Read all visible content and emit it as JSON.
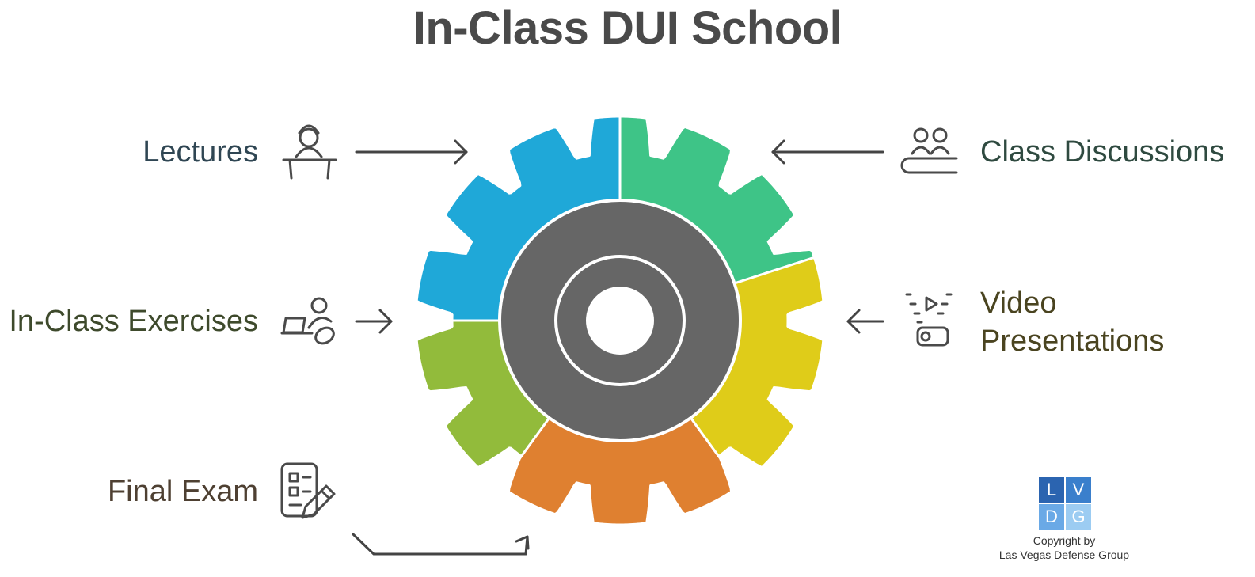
{
  "title": "In-Class DUI School",
  "items": [
    {
      "label": "Lectures",
      "icon": "lecturer-icon",
      "color": "#1fa8d8"
    },
    {
      "label": "Class Discussions",
      "icon": "discussion-group-icon",
      "color": "#3ec487"
    },
    {
      "label": "In-Class Exercises",
      "icon": "exercise-laptop-icon",
      "color": "#92bb3b"
    },
    {
      "label": "Video Presentations",
      "line1": "Video",
      "line2": "Presentations",
      "icon": "video-projector-icon",
      "color": "#dfcc19"
    },
    {
      "label": "Final Exam",
      "icon": "exam-checklist-icon",
      "color": "#df8030"
    }
  ],
  "gear": {
    "hub_color": "#666666"
  },
  "logo": {
    "letters": [
      "L",
      "V",
      "D",
      "G"
    ],
    "colors": [
      "#2b64b0",
      "#3a7fcc",
      "#6aa9e6",
      "#9cccf2"
    ]
  },
  "copyright": {
    "line1": "Copyright by",
    "line2": "Las Vegas Defense Group"
  }
}
